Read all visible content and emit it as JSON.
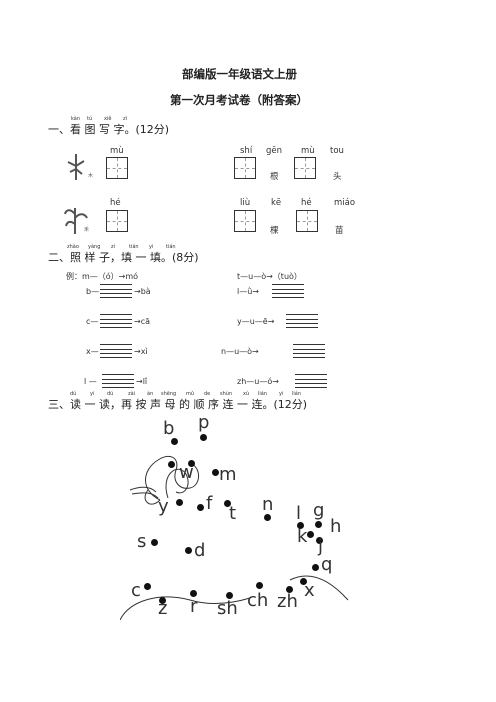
{
  "header": {
    "title": "部编版一年级语文上册",
    "subtitle": "第一次月考试卷（附答案）"
  },
  "section1": {
    "label": "一、看 图 写 字。(12分)",
    "pinyin": [
      "kàn",
      "tú",
      "xiě",
      "zì"
    ],
    "row1": {
      "left": "mù",
      "r_py1": "shí",
      "r_py2": "gēn",
      "r_py3": "mù",
      "r_py4": "tou",
      "r_hz1": "根",
      "r_hz2": "头"
    },
    "row2": {
      "left": "hé",
      "r_py1": "liù",
      "r_py2": "kē",
      "r_py3": "hé",
      "r_py4": "miáo",
      "r_hz1": "棵",
      "r_hz2": "苗"
    },
    "icon_labels": [
      "木",
      "禾"
    ]
  },
  "section2": {
    "label": "二、照 样 子，填 一 填。(8分)",
    "pinyin": [
      "zhào",
      "yàng",
      "zi",
      "tián",
      "yi",
      "tián"
    ],
    "example_left": "例：m—（ó）→mó",
    "example_right": "t—u—ò→（tuò）",
    "items": [
      {
        "pre": "b—",
        "post": "→bà"
      },
      {
        "pre": "l—ǜ→",
        "post": ""
      },
      {
        "pre": "c—",
        "post": "→cā"
      },
      {
        "pre": "y—u—ē→",
        "post": ""
      },
      {
        "pre": "x—",
        "post": "→xì"
      },
      {
        "pre": "n—u—ò→",
        "post": ""
      },
      {
        "pre": "l —",
        "post": "→lǐ"
      },
      {
        "pre": "zh—u—ó→",
        "post": ""
      }
    ]
  },
  "section3": {
    "label": "三、读 一 读，再 按 声 母 的 顺 序 连 一 连。(12分)",
    "pinyin": [
      "dú",
      "yi",
      "dú",
      "zài",
      "àn",
      "shēng",
      "mǔ",
      "de",
      "shùn",
      "xù",
      "lián",
      "yi",
      "lián"
    ],
    "letters": [
      "b",
      "p",
      "w",
      "m",
      "y",
      "f",
      "t",
      "n",
      "l",
      "g",
      "k",
      "h",
      "s",
      "d",
      "j",
      "q",
      "c",
      "z",
      "r",
      "sh",
      "ch",
      "zh",
      "x"
    ]
  }
}
